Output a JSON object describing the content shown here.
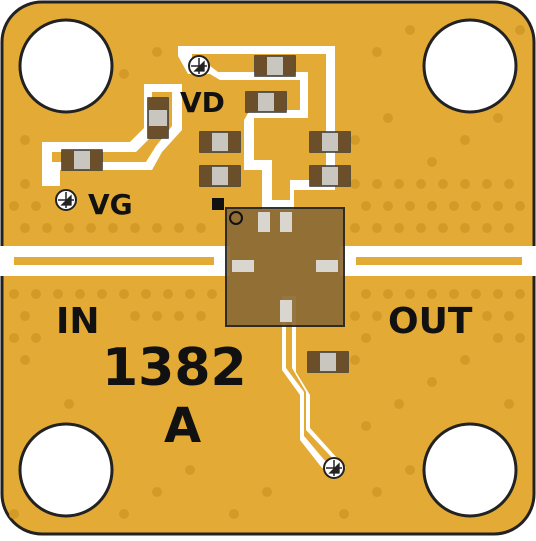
{
  "board": {
    "part_number": "1382",
    "revision": "A",
    "labels": {
      "vd": "VD",
      "vg": "VG",
      "input": "IN",
      "output": "OUT"
    }
  },
  "colors": {
    "substrate": "#e3ab36",
    "trace": "#ffffff",
    "chip": "#8c6a34",
    "component_body": "#c9c6c0",
    "component_pad": "#6b4e2a",
    "outline": "#222222",
    "via": "#d39a28"
  }
}
